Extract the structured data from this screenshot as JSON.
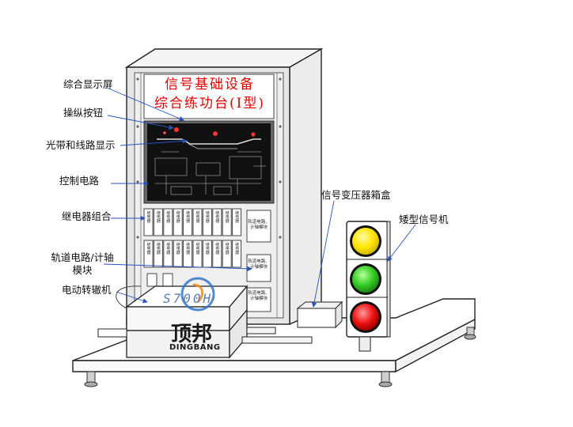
{
  "title": {
    "line1": "信号基础设备",
    "line2": "综合练功台(I型)"
  },
  "labels": {
    "display_screen": "综合显示屏",
    "control_button": "操纵按钮",
    "light_strip": "光带和线路显示",
    "control_circuit": "控制电路",
    "relay_group": "继电器组合",
    "track_module": "轨道电路/计轴模块",
    "switch_machine": "电动转辙机",
    "signal_transformer_box": "信号变压器箱盒",
    "dwarf_signal": "矮型信号机"
  },
  "module_text": {
    "track_counter_1": "轨道电路、计轴模块",
    "track_counter_2": "轨道电路、计轴模块",
    "track_counter_3": "轨道电路、计轴模块"
  },
  "relay_text": "继电器",
  "watermark": {
    "code": "S700H",
    "brand_cn": "顶邦",
    "brand_en": "DINGBANG"
  },
  "colors": {
    "title_red": "#e00000",
    "signal_yellow": "#ffe600",
    "signal_green": "#33cc22",
    "signal_red": "#ee1111",
    "screen_bg": "#111111",
    "panel_gray": "#e6e6e6"
  }
}
